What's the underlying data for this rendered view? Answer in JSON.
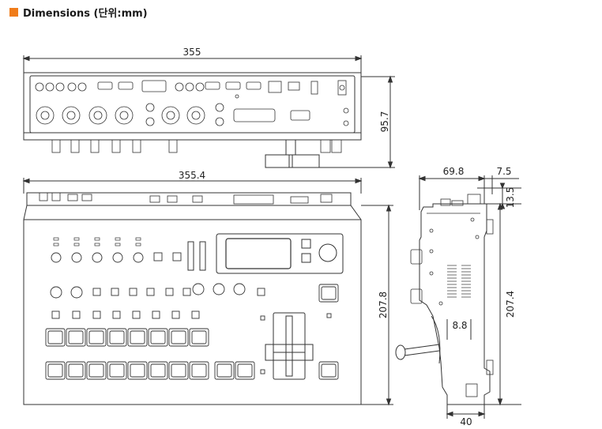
{
  "header": {
    "title": "Dimensions (단위:mm)",
    "accent_color": "#f07c1a"
  },
  "dimensions": {
    "rear_width": "355",
    "rear_height": "95.7",
    "top_width": "355.4",
    "top_depth": "207.8",
    "side_depth": "69.8",
    "side_offset_top": "7.5",
    "side_height_top": "13.5",
    "side_height": "207.4",
    "side_inner": "8.8",
    "side_bottom": "40"
  }
}
